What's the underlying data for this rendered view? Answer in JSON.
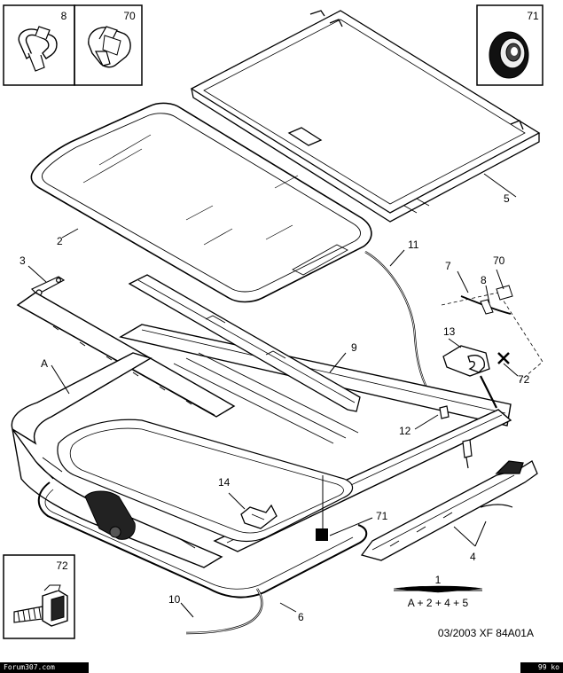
{
  "callouts": {
    "inset_8": "8",
    "inset_70": "70",
    "inset_71": "71",
    "inset_72": "72",
    "c1": "1",
    "c2": "2",
    "c3": "3",
    "c4": "4",
    "c5": "5",
    "c6": "6",
    "c7": "7",
    "c8": "8",
    "c9": "9",
    "c10": "10",
    "c11": "11",
    "c12": "12",
    "c13": "13",
    "c14": "14",
    "c70": "70",
    "c71": "71",
    "c72": "72",
    "cA": "A"
  },
  "formula": "A + 2 + 4 + 5",
  "reference": "03/2003  XF 84A01A",
  "footer": {
    "left": "Forum307.com",
    "right": "99 ko"
  }
}
